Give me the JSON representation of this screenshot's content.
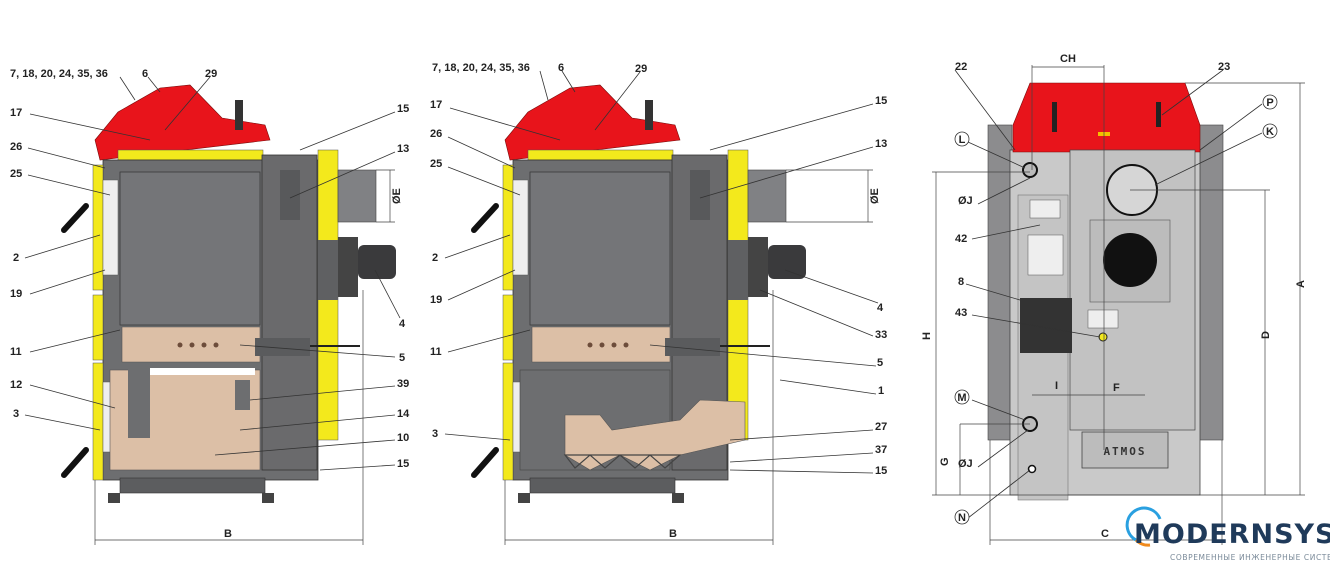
{
  "left_view": {
    "labels": {
      "top_group": "7, 18, 20, 24, 35, 36",
      "l6": "6",
      "l29": "29",
      "l17": "17",
      "l26": "26",
      "l25": "25",
      "l2": "2",
      "l19": "19",
      "l11": "11",
      "l12": "12",
      "l3": "3",
      "l15a": "15",
      "l13": "13",
      "l4": "4",
      "l5": "5",
      "l39": "39",
      "l14": "14",
      "l10": "10",
      "l15b": "15"
    },
    "dim_b": "B",
    "dim_e": "ØE"
  },
  "middle_view": {
    "labels": {
      "top_group": "7, 18, 20, 24, 35, 36",
      "l6": "6",
      "l29": "29",
      "l17": "17",
      "l26": "26",
      "l25": "25",
      "l2": "2",
      "l19": "19",
      "l11": "11",
      "l3": "3",
      "l15a": "15",
      "l13": "13",
      "l4": "4",
      "l33": "33",
      "l5": "5",
      "l1": "1",
      "l27": "27",
      "l37": "37",
      "l15b": "15"
    },
    "dim_b": "B",
    "dim_e": "ØE"
  },
  "right_view": {
    "labels": {
      "l22": "22",
      "l23": "23",
      "P": "P",
      "K": "K",
      "L": "L",
      "l42": "42",
      "l8": "8",
      "l43": "43",
      "M": "M",
      "N": "N",
      "J1": "ØJ",
      "J2": "ØJ"
    },
    "dims": {
      "CH": "CH",
      "A": "A",
      "H": "H",
      "D": "D",
      "I": "I",
      "F": "F",
      "G": "G",
      "C": "C"
    },
    "plate": "ATMOS"
  },
  "logo": {
    "name": "MODERNSYS",
    "tagline": "СОВРЕМЕННЫЕ ИНЖЕНЕРНЫЕ СИСТЕМЫ"
  },
  "colors": {
    "red": "#e8141b",
    "yellow": "#f3e91c",
    "body": "#6d6e70",
    "ceramic": "#dcbfa6",
    "panel": "#c9c9c9",
    "brand_blue": "#1f3a5a",
    "brand_orange": "#f08a1c"
  }
}
